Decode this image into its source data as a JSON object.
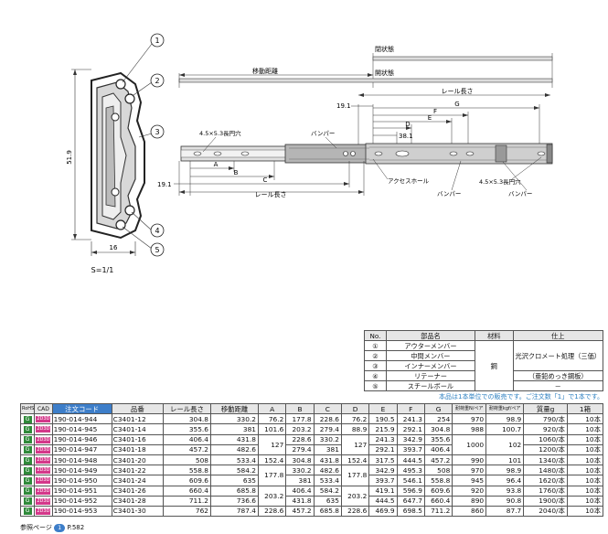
{
  "section_view": {
    "callouts": [
      "1",
      "2",
      "3",
      "4",
      "5"
    ],
    "height_dim": "51.9",
    "width_dim": "16",
    "scale": "S=1/1"
  },
  "side_view": {
    "closed_label": "閉状態",
    "open_label": "開状態",
    "travel_label": "移動距離",
    "rail_length_label": "レール長さ",
    "dim_19_1": "19.1",
    "dim_38_1": "38.1",
    "dim_G": "G",
    "dim_F": "F",
    "dim_E": "E",
    "dim_D": "D",
    "dim_A": "A",
    "dim_B": "B",
    "dim_C": "C",
    "slot_label": "4.5×5.3長円穴",
    "bumper_label": "バンパー",
    "access_hole_label": "アクセスホール"
  },
  "parts_table": {
    "headers": [
      "No.",
      "部品名",
      "材料",
      "仕上"
    ],
    "rows": [
      {
        "no": "①",
        "name": "アウターメンバー"
      },
      {
        "no": "②",
        "name": "中間メンバー"
      },
      {
        "no": "③",
        "name": "インナーメンバー"
      },
      {
        "no": "④",
        "name": "リテーナー"
      },
      {
        "no": "⑤",
        "name": "スチールボール"
      }
    ],
    "material": "鋼",
    "finish_main": "光沢クロメート処理（三価）",
    "finish_retainer": "（亜鉛めっき鋼板）",
    "finish_ball": "－"
  },
  "note": "本品は1本単位での販売です。ご注文数「1」で1本です。",
  "spec_table": {
    "headers": [
      "RoHS",
      "CAD",
      "注文コード",
      "品番",
      "レール長さ",
      "移動距離",
      "A",
      "B",
      "C",
      "D",
      "E",
      "F",
      "G",
      "耐荷重N/ペア",
      "耐荷重kgf/ペア",
      "質量g",
      "1箱"
    ],
    "rohs_icon": "G",
    "cad_icon": "2D3D",
    "rows": [
      [
        "190-014-944",
        "C3401-12",
        "304.8",
        "330.2",
        "76.2",
        "177.8",
        "228.6",
        "76.2",
        "190.5",
        "241.3",
        "254",
        "970",
        "98.9",
        "790/本",
        "10本"
      ],
      [
        "190-014-945",
        "C3401-14",
        "355.6",
        "381",
        "101.6",
        "203.2",
        "279.4",
        "88.9",
        "215.9",
        "292.1",
        "304.8",
        "988",
        "100.7",
        "920/本",
        "10本"
      ],
      [
        "190-014-946",
        "C3401-16",
        "406.4",
        "431.8",
        "127",
        "228.6",
        "330.2",
        "127",
        "241.3",
        "342.9",
        "355.6",
        "1000",
        "102",
        "1060/本",
        "10本"
      ],
      [
        "190-014-947",
        "C3401-18",
        "457.2",
        "482.6",
        "127",
        "279.4",
        "381",
        "127",
        "292.1",
        "393.7",
        "406.4",
        "1000",
        "102",
        "1200/本",
        "10本"
      ],
      [
        "190-014-948",
        "C3401-20",
        "508",
        "533.4",
        "152.4",
        "304.8",
        "431.8",
        "152.4",
        "317.5",
        "444.5",
        "457.2",
        "990",
        "101",
        "1340/本",
        "10本"
      ],
      [
        "190-014-949",
        "C3401-22",
        "558.8",
        "584.2",
        "177.8",
        "330.2",
        "482.6",
        "177.8",
        "342.9",
        "495.3",
        "508",
        "970",
        "98.9",
        "1480/本",
        "10本"
      ],
      [
        "190-014-950",
        "C3401-24",
        "609.6",
        "635",
        "177.8",
        "381",
        "533.4",
        "177.8",
        "393.7",
        "546.1",
        "558.8",
        "945",
        "96.4",
        "1620/本",
        "10本"
      ],
      [
        "190-014-951",
        "C3401-26",
        "660.4",
        "685.8",
        "203.2",
        "406.4",
        "584.2",
        "203.2",
        "419.1",
        "596.9",
        "609.6",
        "920",
        "93.8",
        "1760/本",
        "10本"
      ],
      [
        "190-014-952",
        "C3401-28",
        "711.2",
        "736.6",
        "228.6",
        "431.8",
        "635",
        "228.6",
        "444.5",
        "647.7",
        "660.4",
        "890",
        "90.8",
        "1900/本",
        "10本"
      ],
      [
        "190-014-953",
        "C3401-30",
        "762",
        "787.4",
        "228.6",
        "457.2",
        "685.8",
        "228.6",
        "469.9",
        "698.5",
        "711.2",
        "860",
        "87.7",
        "2040/本",
        "10本"
      ]
    ]
  },
  "ref_label": "参照ページ",
  "ref_badge": "1",
  "ref_page": "P.582"
}
